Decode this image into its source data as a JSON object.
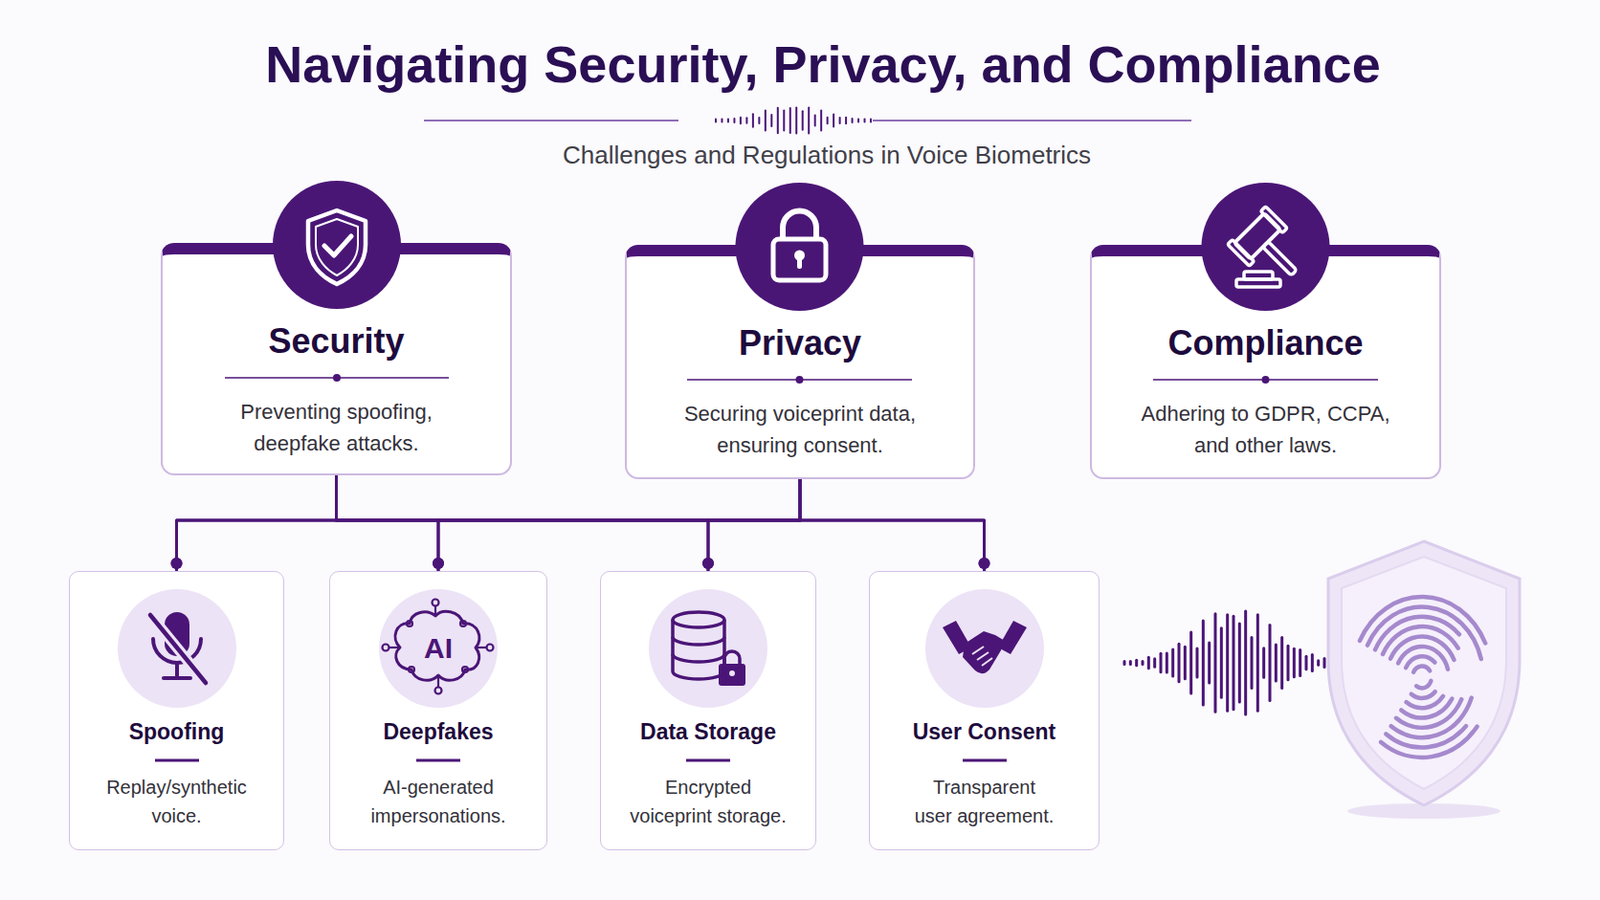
{
  "diagram": {
    "title": "Navigating Security, Privacy, and Compliance",
    "nodes": [
      {
        "text": [
          "Security",
          "Preventing spoofing, deepfake attacks."
        ]
      },
      {
        "text": [
          "Privacy",
          "Securing voiceprint data, ensuring consent."
        ]
      },
      {
        "text": [
          "Compliance",
          "Adhering to GDPR, CCPA, and other laws."
        ]
      },
      {
        "text": [
          "Spoofing",
          "Replay/synthetic voice."
        ]
      },
      {
        "text": [
          "Deepfakes",
          "AI-generated impersonations."
        ]
      },
      {
        "text": [
          "Data Storage",
          "Encrypted voiceprint storage."
        ]
      },
      {
        "text": [
          "User Consent",
          "Transparent user agreement."
        ]
      }
    ],
    "edges": [
      {
        "from": 0,
        "to": 3,
        "arrow": "none"
      },
      {
        "from": 0,
        "to": 4,
        "arrow": "none"
      },
      {
        "from": 0,
        "to": 5,
        "arrow": "none"
      },
      {
        "from": 0,
        "to": 6,
        "arrow": "none"
      },
      {
        "from": 1,
        "to": 3,
        "arrow": "none"
      },
      {
        "from": 1,
        "to": 4,
        "arrow": "none"
      },
      {
        "from": 1,
        "to": 5,
        "arrow": "none"
      },
      {
        "from": 1,
        "to": 6,
        "arrow": "none"
      }
    ],
    "labels": [
      "Challenges and Regulations in Voice Biometrics",
      "AI"
    ]
  }
}
